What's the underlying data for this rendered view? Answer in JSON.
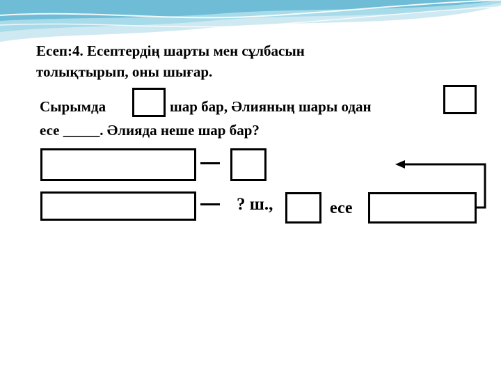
{
  "title": {
    "line1": "Есеп:4. Есептердің шарты мен сұлбасын",
    "line2": "толықтырып, оны шығар."
  },
  "problem": {
    "part1": "Сырымда",
    "part2": "шар бар, Әлияның шары одан",
    "part3": "есе _____. Әлияда неше шар бар?"
  },
  "diagram": {
    "question_label": "? ш.,",
    "times_label": "есе"
  },
  "colors": {
    "wave_light": "#cfe9f2",
    "wave_mid": "#8ccbe0",
    "wave_dark": "#4fa8c8",
    "stroke": "#000000"
  }
}
